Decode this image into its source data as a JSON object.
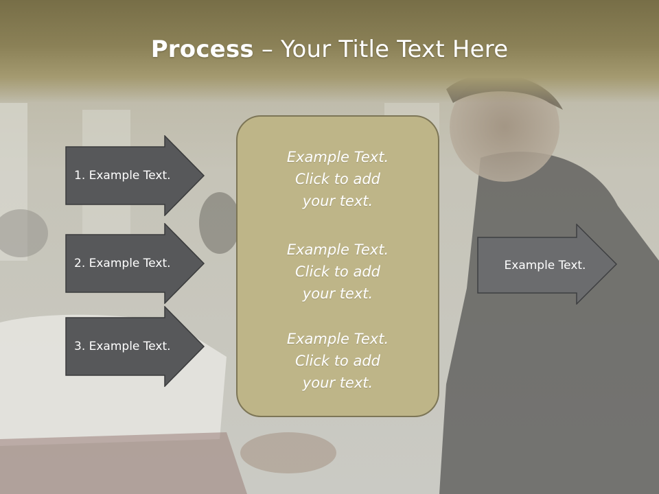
{
  "slide": {
    "title_bold": "Process",
    "title_rest": " – Your Title Text Here"
  },
  "left_arrows": [
    {
      "label": "1. Example Text."
    },
    {
      "label": "2. Example Text."
    },
    {
      "label": "3. Example Text."
    }
  ],
  "center_box": {
    "paragraphs": [
      {
        "lines": [
          "Example Text.",
          "Click  to add",
          "your text."
        ]
      },
      {
        "lines": [
          "Example Text.",
          "Click  to add",
          "your text."
        ]
      },
      {
        "lines": [
          "Example Text.",
          "Click  to add",
          "your text."
        ]
      }
    ]
  },
  "right_arrow": {
    "label": "Example Text."
  },
  "colors": {
    "title_band": "#8b8157",
    "center_box_fill": "#beb588",
    "center_box_border": "#7c7556",
    "left_arrow_fill": "#57585a",
    "right_arrow_fill": "#6b6c6e"
  }
}
